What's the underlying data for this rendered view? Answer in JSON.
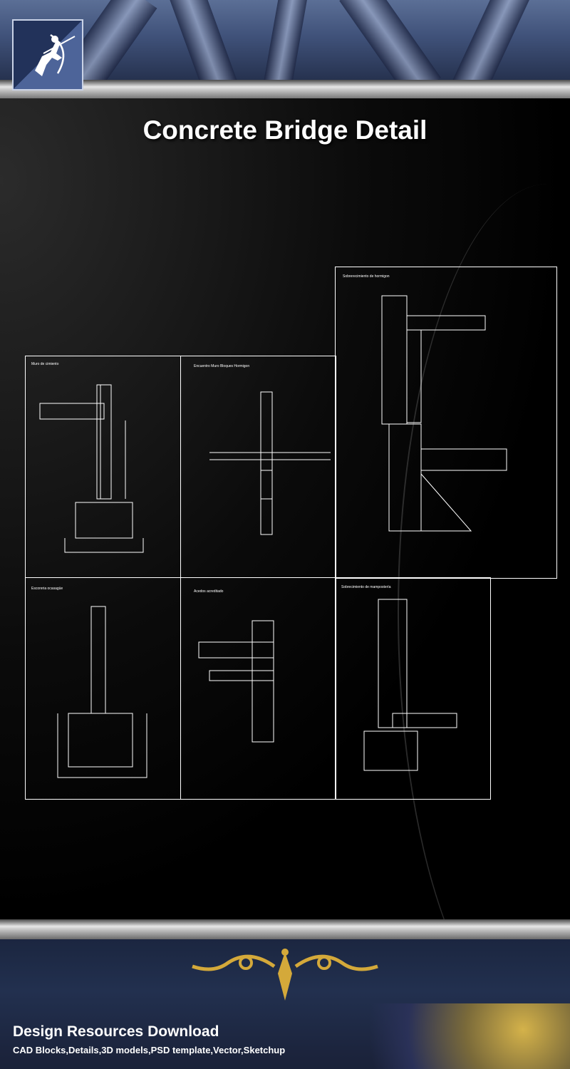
{
  "header": {
    "title": "Concrete Bridge Detail"
  },
  "drawings": [
    {
      "label": "Muro de cimiento"
    },
    {
      "label": "Encuentro Muro Bloques Hormigon"
    },
    {
      "label": "Sobrerecimiento de hormigon"
    },
    {
      "label": "Escoreria ocasagüe"
    },
    {
      "label": "Acedos acreditado"
    },
    {
      "label": "Sobrecimiento de mampostería"
    }
  ],
  "footer": {
    "title": "Design Resources Download",
    "subtitle": "CAD Blocks,Details,3D models,PSD template,Vector,Sketchup"
  },
  "colors": {
    "accent": "#d4a93a",
    "line": "#ffffff",
    "background": "#000000"
  }
}
